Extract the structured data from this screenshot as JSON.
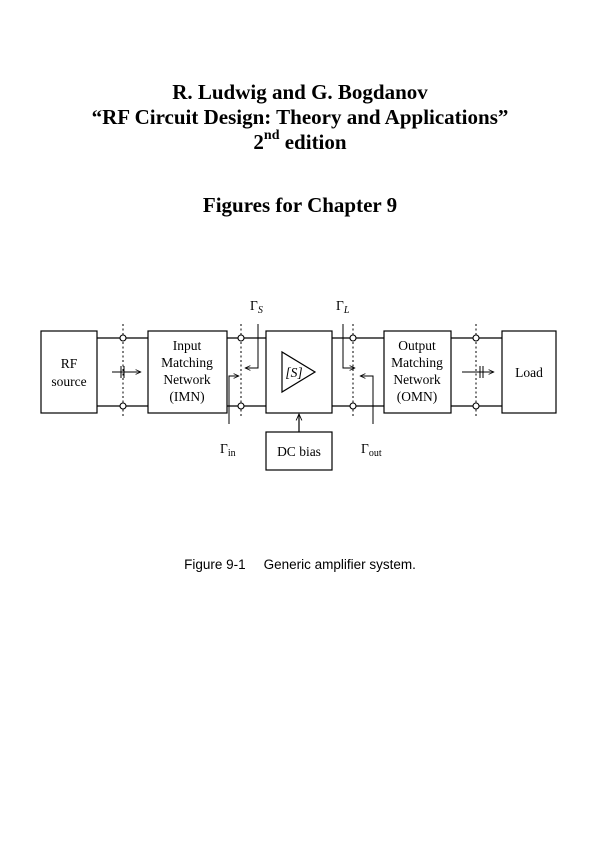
{
  "header": {
    "authors": "R. Ludwig and G. Bogdanov",
    "book_title": "“RF Circuit Design: Theory and Applications”",
    "edition_number": "2",
    "edition_suffix": "nd",
    "edition_word": " edition",
    "chapter_heading": "Figures for Chapter 9"
  },
  "diagram": {
    "blocks": {
      "rf_source": [
        "RF",
        "source"
      ],
      "imn": [
        "Input",
        "Matching",
        "Network",
        "(IMN)"
      ],
      "amplifier": "[S]",
      "omn": [
        "Output",
        "Matching",
        "Network",
        "(OMN)"
      ],
      "load": "Load",
      "dc_bias": "DC bias"
    },
    "labels": {
      "gamma_s": {
        "symbol": "Γ",
        "sub": "S"
      },
      "gamma_l": {
        "symbol": "Γ",
        "sub": "L"
      },
      "gamma_in": {
        "symbol": "Γ",
        "sub": "in"
      },
      "gamma_out": {
        "symbol": "Γ",
        "sub": "out"
      }
    }
  },
  "caption": {
    "number": "Figure 9-1",
    "text": "Generic amplifier system."
  }
}
